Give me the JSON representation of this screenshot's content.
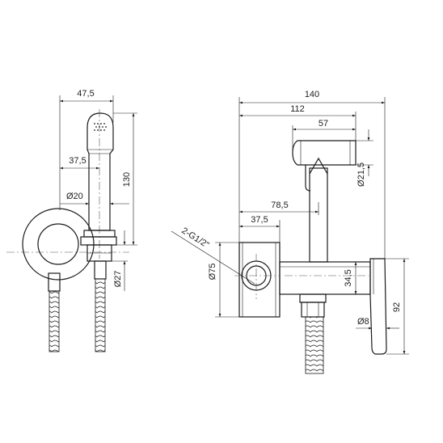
{
  "diagram": {
    "left_view": {
      "dimensions": {
        "width_total": "47,5",
        "handle_offset": "37,5",
        "head_diameter": "Ø20",
        "height": "130",
        "holder_diameter": "Ø27"
      }
    },
    "right_view": {
      "dimensions": {
        "overall_width": "140",
        "handle_reach": "112",
        "spray_length": "57",
        "spray_diameter": "Ø21,5",
        "spout_offset": "78,5",
        "plate_offset": "37,5",
        "plate_diameter": "Ø75",
        "body_height": "34,5",
        "lever_height": "92",
        "lever_diameter": "Ø8",
        "thread": "2-G1/2\""
      }
    }
  }
}
